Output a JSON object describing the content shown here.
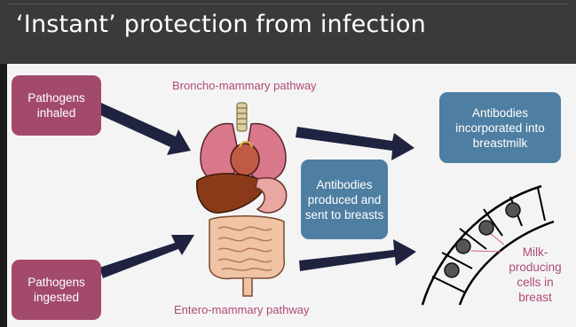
{
  "slide": {
    "title": "‘Instant’ protection from infection",
    "boxes": {
      "pathogens_inhaled": "Pathogens inhaled",
      "pathogens_ingested": "Pathogens ingested",
      "antibodies_produced": "Antibodies produced and sent to breasts",
      "antibodies_incorporated": "Antibodies incorporated into breastmilk"
    },
    "pathways": {
      "broncho": "Broncho-mammary pathway",
      "entero": "Entero-mammary pathway"
    },
    "milk_label": "Milk-producing cells in breast"
  },
  "colors": {
    "title_bar": "#3a3a3a",
    "pathogen_box": "#a34a6c",
    "antibody_box": "#4e7ea2",
    "pathway_text": "#b04a77",
    "arrow": "#1f2340"
  }
}
